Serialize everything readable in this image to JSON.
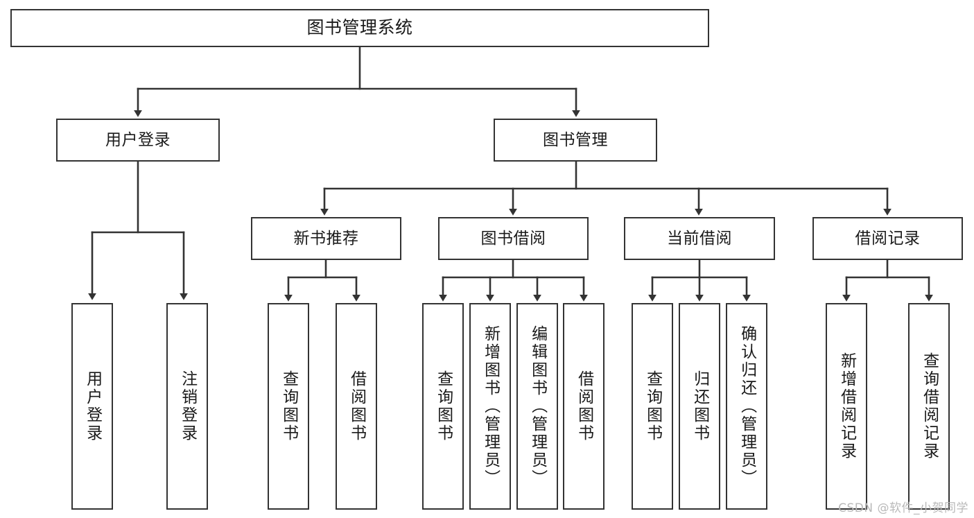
{
  "diagram": {
    "type": "tree-hierarchy",
    "orientation": "top-down",
    "root": {
      "label": "图书管理系统"
    },
    "level2": [
      {
        "label": "用户登录"
      },
      {
        "label": "图书管理"
      }
    ],
    "level3": [
      {
        "label": "新书推荐"
      },
      {
        "label": "图书借阅"
      },
      {
        "label": "当前借阅"
      },
      {
        "label": "借阅记录"
      }
    ],
    "leaves": {
      "user_login": [
        {
          "label": "用户登录"
        },
        {
          "label": "注销登录"
        }
      ],
      "new_book_recommend": [
        {
          "label": "查询图书"
        },
        {
          "label": "借阅图书"
        }
      ],
      "book_borrow": [
        {
          "label": "查询图书"
        },
        {
          "label": "新增图书（管理员）"
        },
        {
          "label": "编辑图书（管理员）"
        },
        {
          "label": "借阅图书"
        }
      ],
      "current_borrow": [
        {
          "label": "查询图书"
        },
        {
          "label": "归还图书"
        },
        {
          "label": "确认归还（管理员）"
        }
      ],
      "borrow_record": [
        {
          "label": "新增借阅记录"
        },
        {
          "label": "查询借阅记录"
        }
      ]
    }
  },
  "watermark": {
    "text": "CSDN @软件_小贺同学"
  },
  "colors": {
    "box_border": "#333333",
    "box_fill": "#ffffff",
    "connector": "#333333",
    "text": "#1a1a1a",
    "watermark": "#b9b9b9"
  }
}
